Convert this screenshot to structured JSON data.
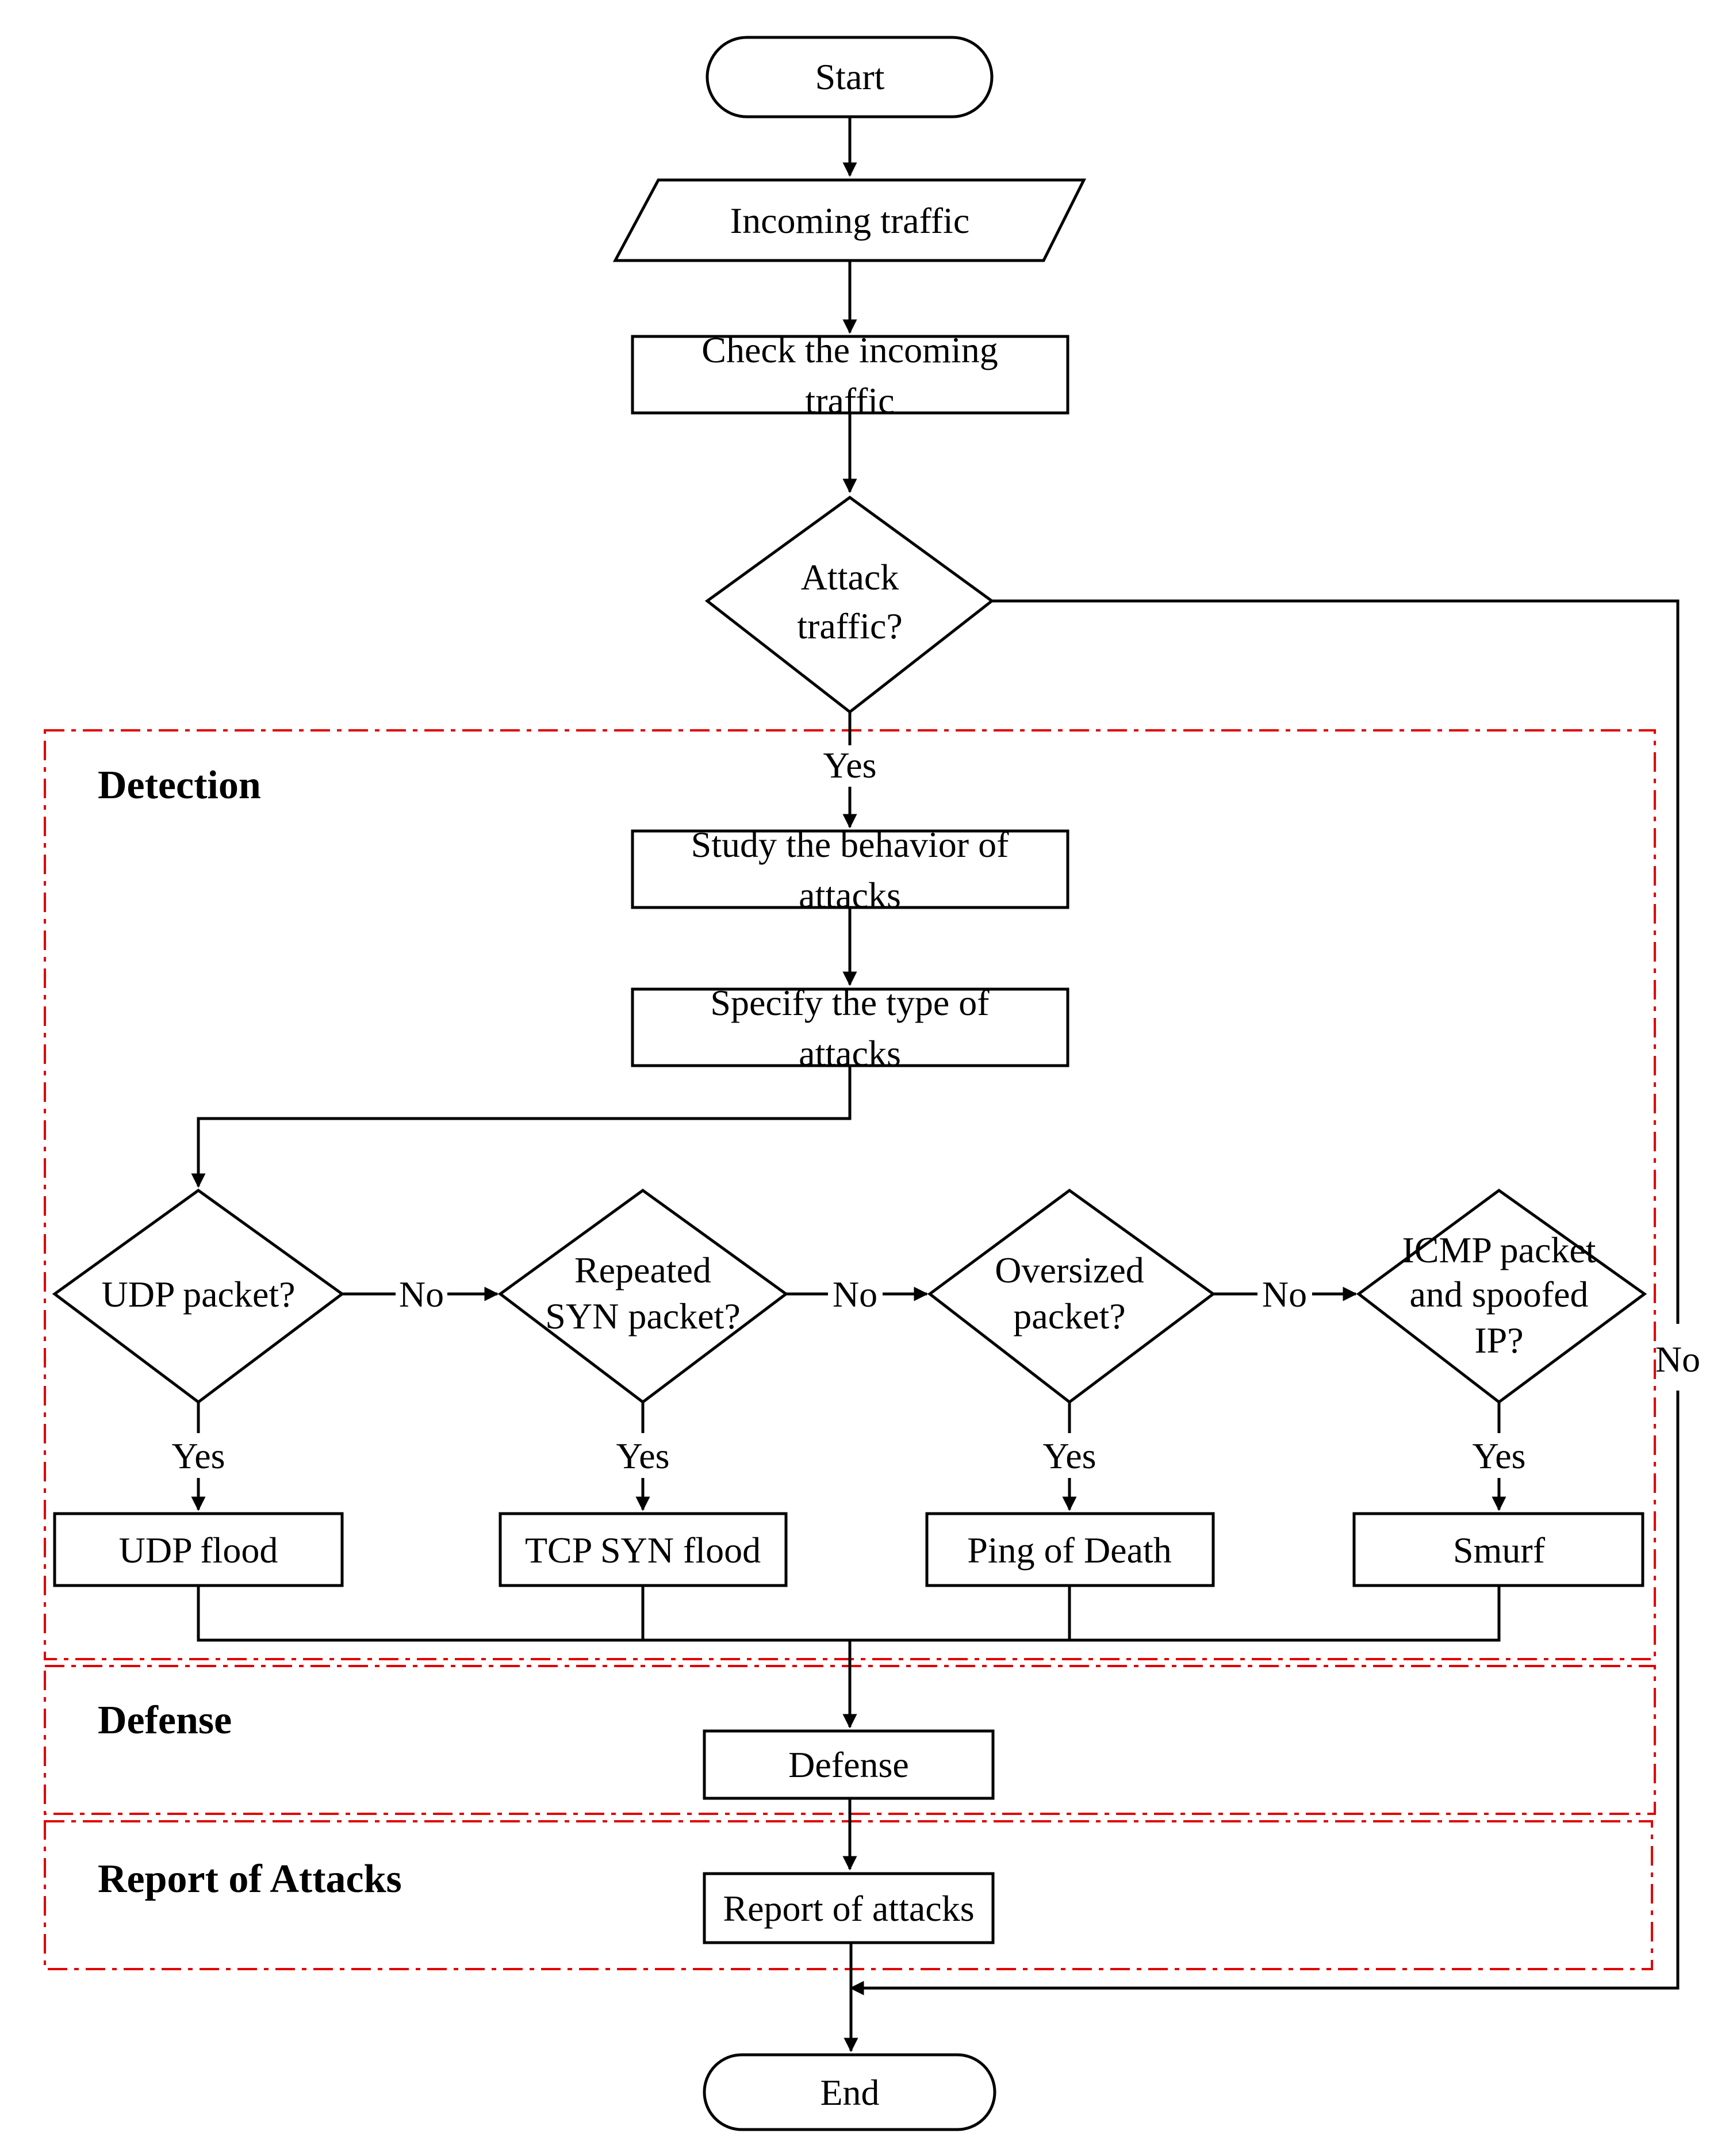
{
  "diagram": {
    "regions": {
      "detection": "Detection",
      "defense": "Defense",
      "report": "Report of Attacks"
    },
    "nodes": {
      "start": "Start",
      "incoming": "Incoming traffic",
      "check": [
        "Check the incoming",
        "traffic"
      ],
      "attack": [
        "Attack",
        "traffic?"
      ],
      "study": [
        "Study the behavior of",
        "attacks"
      ],
      "specify": [
        "Specify the type of",
        "attacks"
      ],
      "udp_q": "UDP packet?",
      "syn_q": [
        "Repeated",
        "SYN packet?"
      ],
      "over_q": [
        "Oversized",
        "packet?"
      ],
      "icmp_q": [
        "ICMP packet",
        "and spoofed",
        "IP?"
      ],
      "udp_flood": "UDP flood",
      "syn_flood": "TCP SYN flood",
      "ping": "Ping of Death",
      "smurf": "Smurf",
      "defense": "Defense",
      "report": "Report of attacks",
      "end": "End"
    },
    "edge_labels": {
      "yes": "Yes",
      "no": "No"
    }
  }
}
